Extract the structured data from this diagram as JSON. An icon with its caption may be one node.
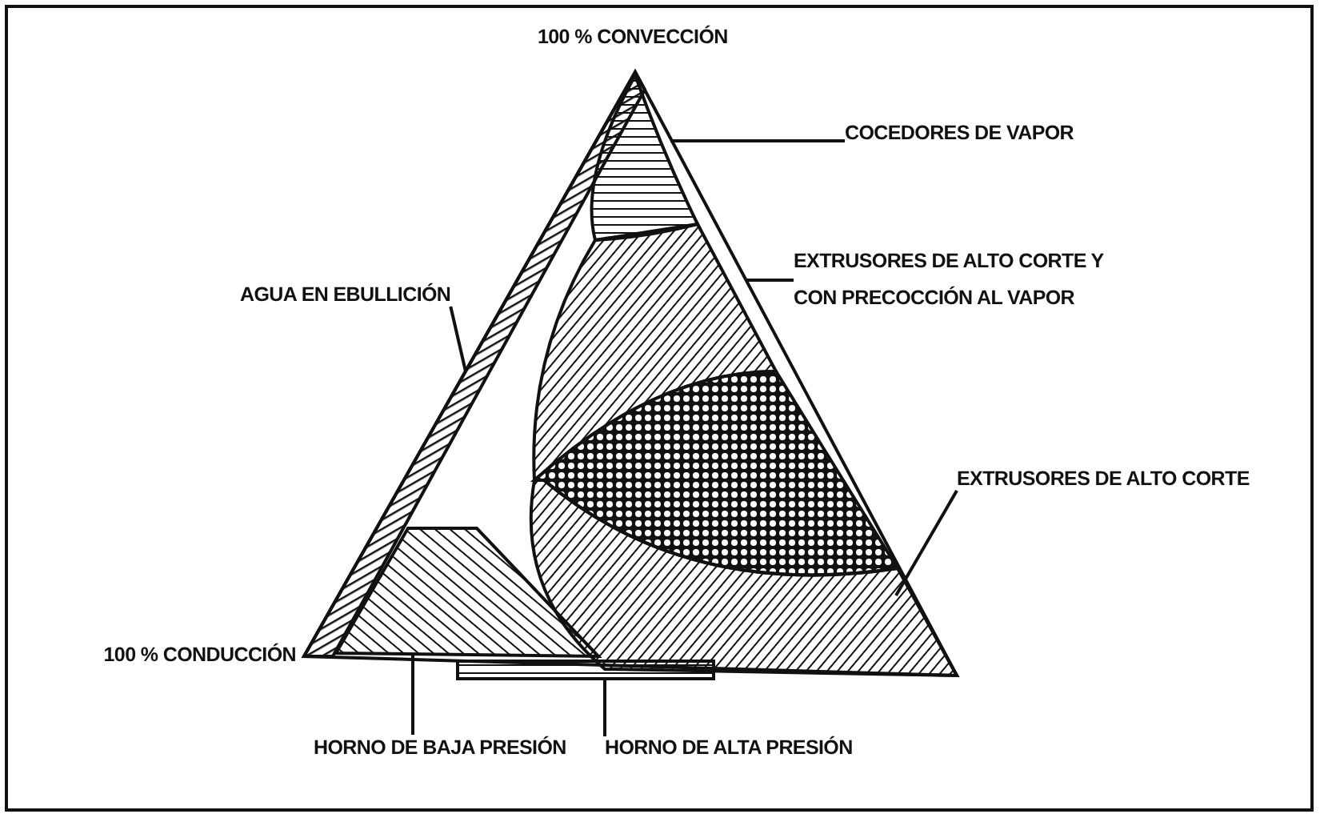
{
  "diagram": {
    "nodes": [
      {
        "text": [
          "AGUA EN EBULLICIÓN"
        ]
      },
      {
        "text": [
          "COCEDORES DE VAPOR"
        ]
      },
      {
        "text": [
          "EXTRUSORES DE ALTO CORTE Y CON PRECOCCIÓN AL VAPOR"
        ]
      },
      {
        "text": [
          "EXTRUSORES DE ALTO CORTE"
        ]
      },
      {
        "text": [
          "HORNO DE BAJA PRESIÓN"
        ]
      },
      {
        "text": [
          "HORNO DE ALTA PRESIÓN"
        ]
      },
      {
        "text": [],
        "shape": "area"
      },
      {
        "text": [],
        "shape": "area"
      },
      {
        "text": [],
        "shape": "area"
      },
      {
        "text": [],
        "shape": "area"
      },
      {
        "text": [],
        "shape": "area"
      },
      {
        "text": [],
        "shape": "area"
      },
      {
        "text": [],
        "shape": "bar"
      }
    ],
    "edges": [
      {
        "from": 0,
        "to": 6,
        "arrow": "none"
      },
      {
        "from": 1,
        "to": 7,
        "arrow": "none"
      },
      {
        "from": 2,
        "to": 8,
        "arrow": "none"
      },
      {
        "from": 3,
        "to": 10,
        "arrow": "none"
      },
      {
        "from": 4,
        "to": 11,
        "arrow": "none"
      },
      {
        "from": 5,
        "to": 12,
        "arrow": "none"
      }
    ],
    "labels": [
      "100 % CONVECCIÓN",
      "100 % CONDUCCIÓN"
    ]
  }
}
